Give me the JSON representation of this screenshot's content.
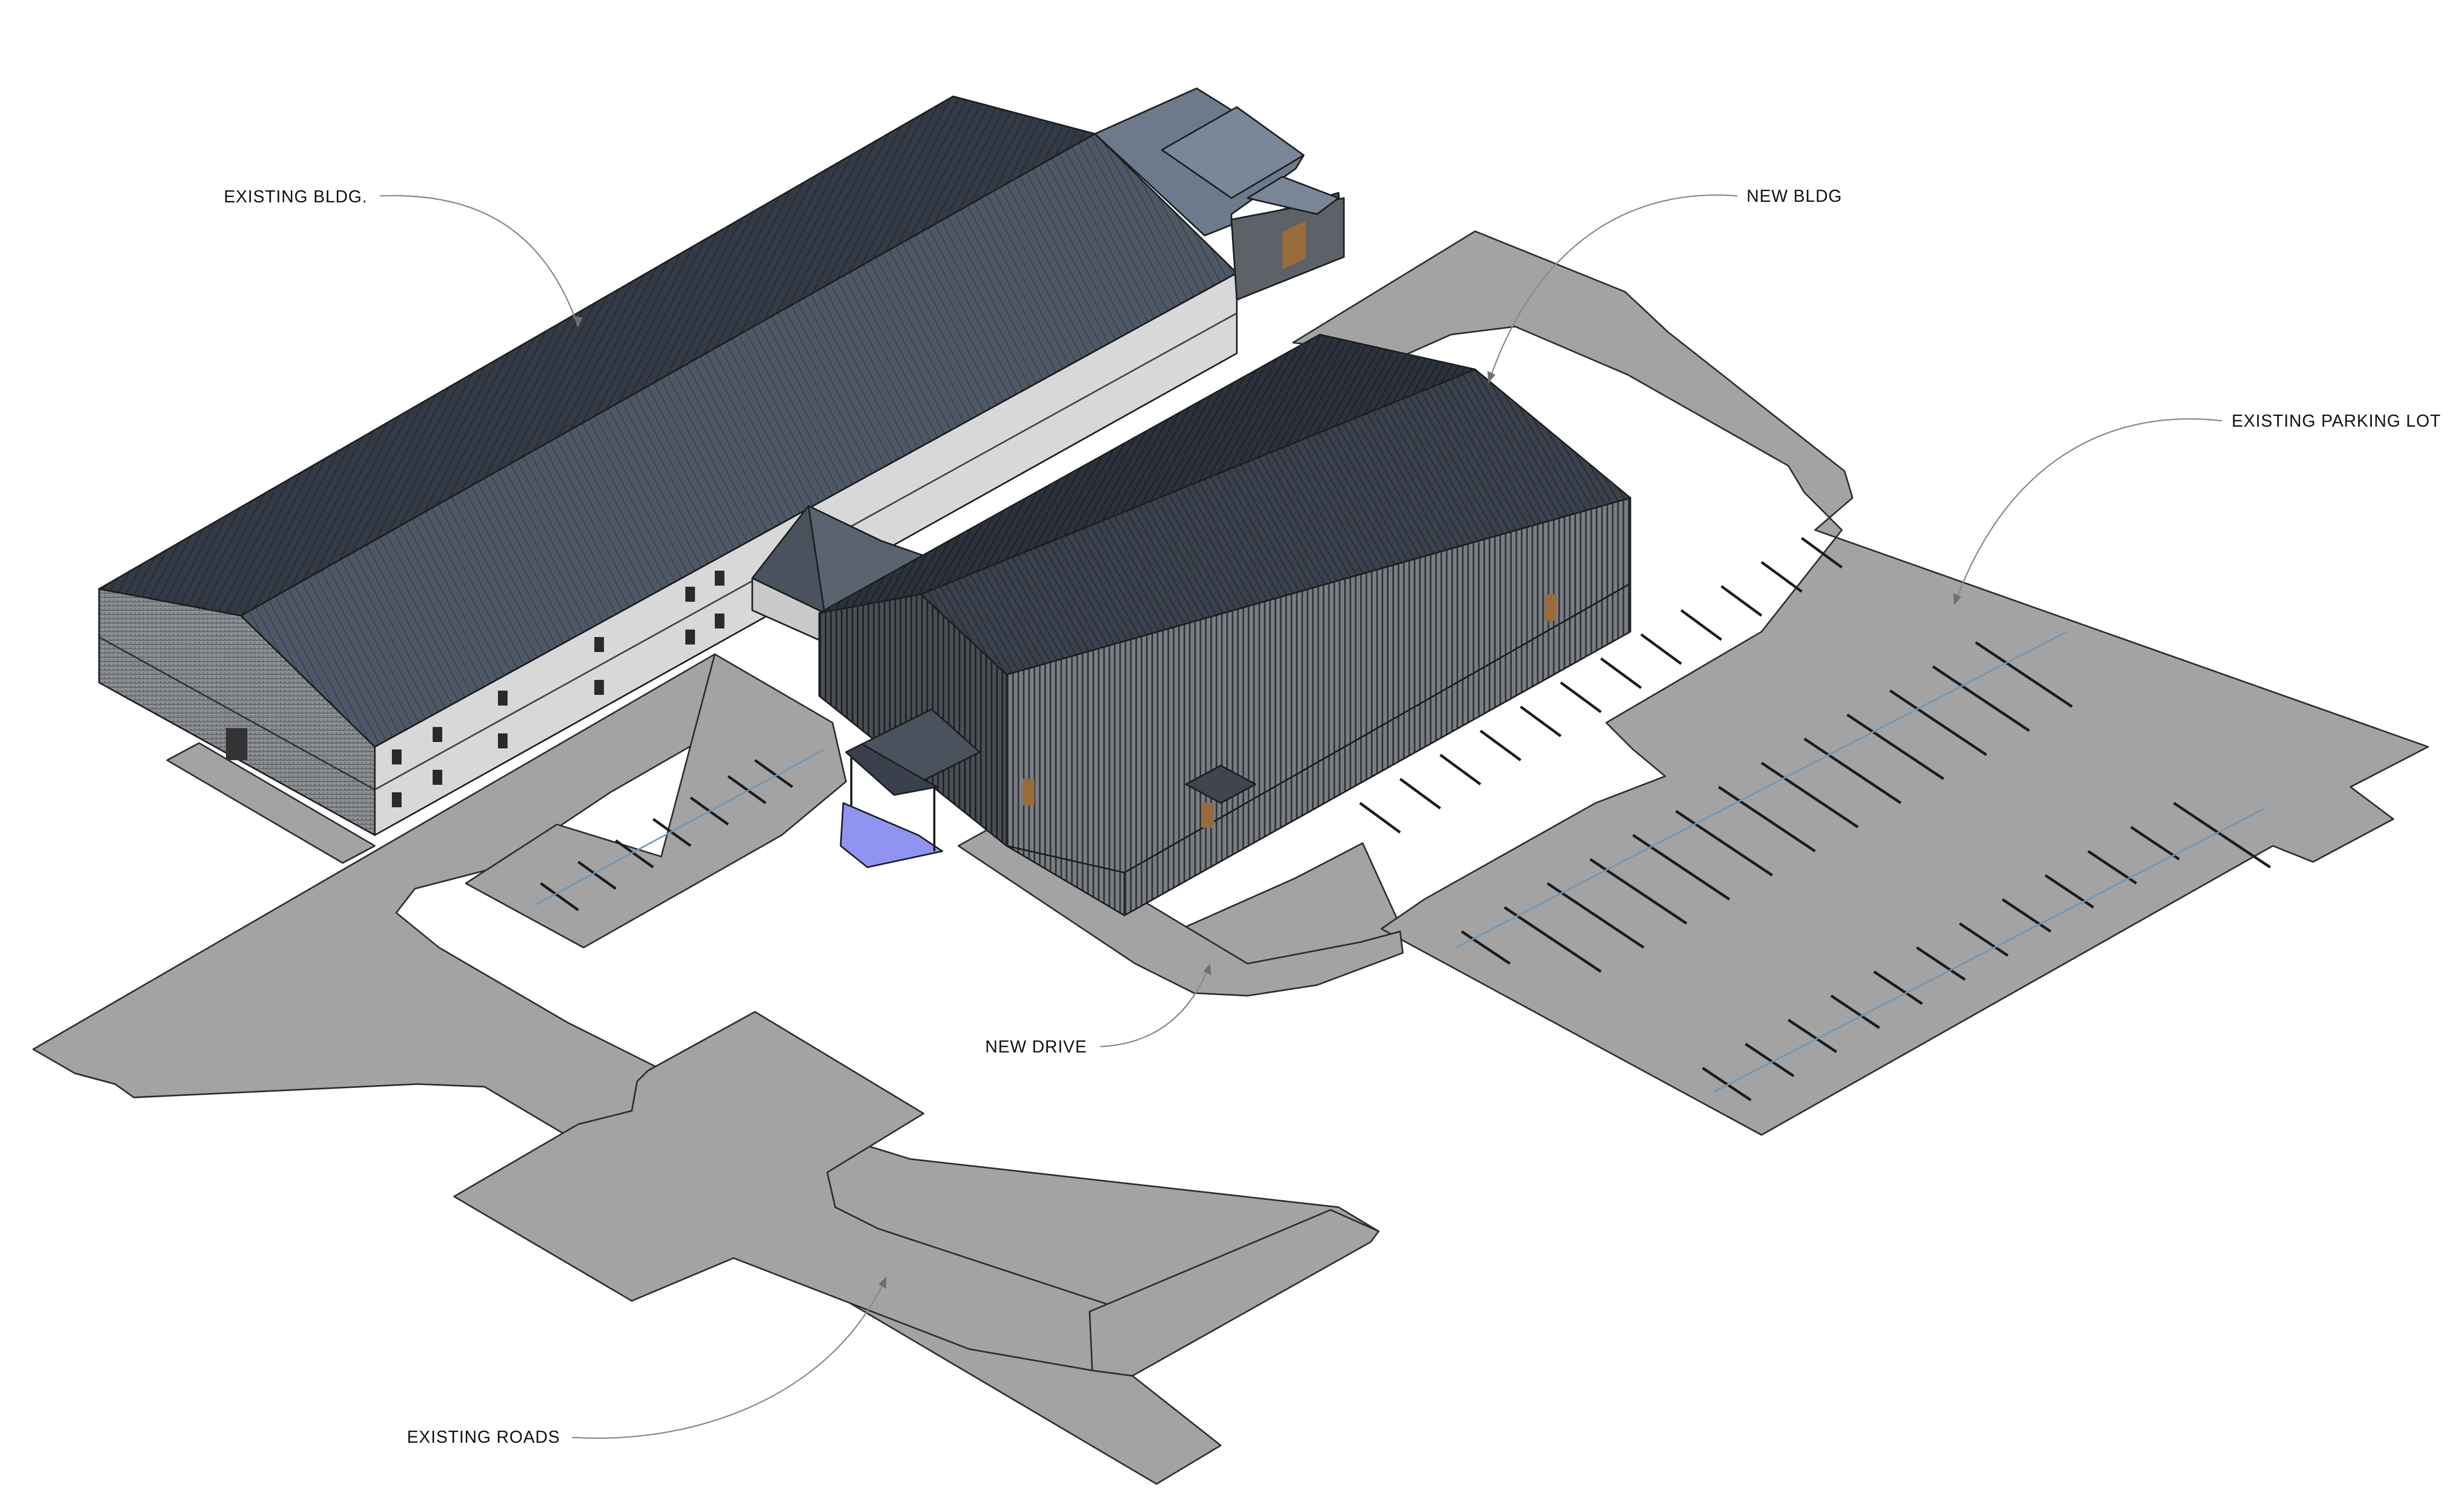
{
  "colors": {
    "background": "#ffffff",
    "pavement": "#a3a3a3",
    "pavement_edge": "#2e2e2e",
    "roof_existing": "#4e5866",
    "roof_existing_dark": "#2f3540",
    "wall_existing": "#d8d8d8",
    "wall_existing_shade": "#bdbdbd",
    "roof_new": "#39404b",
    "wall_new": "#5d6168",
    "annex_roof": "#7a8799",
    "accent_blue": "#8f93f2",
    "door": "#9a6b3a"
  },
  "callouts": {
    "existing_bldg": "EXISTING BLDG.",
    "new_bldg": "NEW BLDG",
    "existing_parking_lot": "EXISTING PARKING LOT",
    "new_drive": "NEW DRIVE",
    "existing_roads": "EXISTING ROADS"
  }
}
